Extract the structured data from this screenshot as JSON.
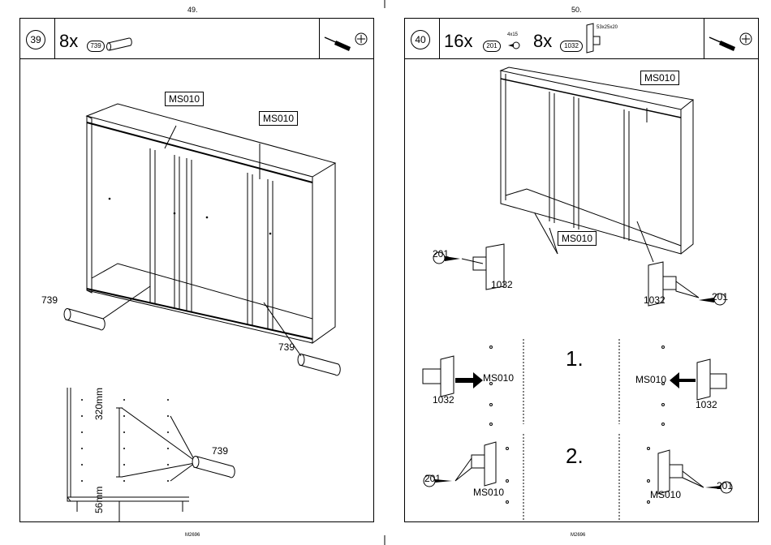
{
  "pages": [
    {
      "page_number": "49.",
      "step": "39",
      "parts": [
        {
          "qty": "8x",
          "part": "739"
        }
      ],
      "labels": {
        "ms_top": "MS010",
        "ms_right": "MS010",
        "part_left": "739",
        "part_right": "739",
        "part_detail": "739",
        "dim_320": "320mm",
        "dim_56": "56mm"
      },
      "footer": "M2696"
    },
    {
      "page_number": "50.",
      "step": "40",
      "parts": [
        {
          "qty": "16x",
          "part": "201",
          "spec": "4x15"
        },
        {
          "qty": "8x",
          "part": "1032",
          "spec": "53x25x20"
        }
      ],
      "labels": {
        "ms_top": "MS010",
        "ms_mid": "MS010",
        "screw_left": "201",
        "bracket_left": "1032",
        "bracket_right": "1032",
        "screw_right": "201",
        "step1": "1.",
        "step2": "2.",
        "s1_left_ms": "MS010",
        "s1_left_part": "1032",
        "s1_right_ms": "MS010",
        "s1_right_part": "1032",
        "s2_left_screw": "201",
        "s2_left_ms": "MS010",
        "s2_right_ms": "MS010",
        "s2_right_screw": "201"
      },
      "footer": "M2696"
    }
  ],
  "icons": {
    "tool": "screwdriver-icon",
    "fastener": "crosshead-screw-icon"
  }
}
